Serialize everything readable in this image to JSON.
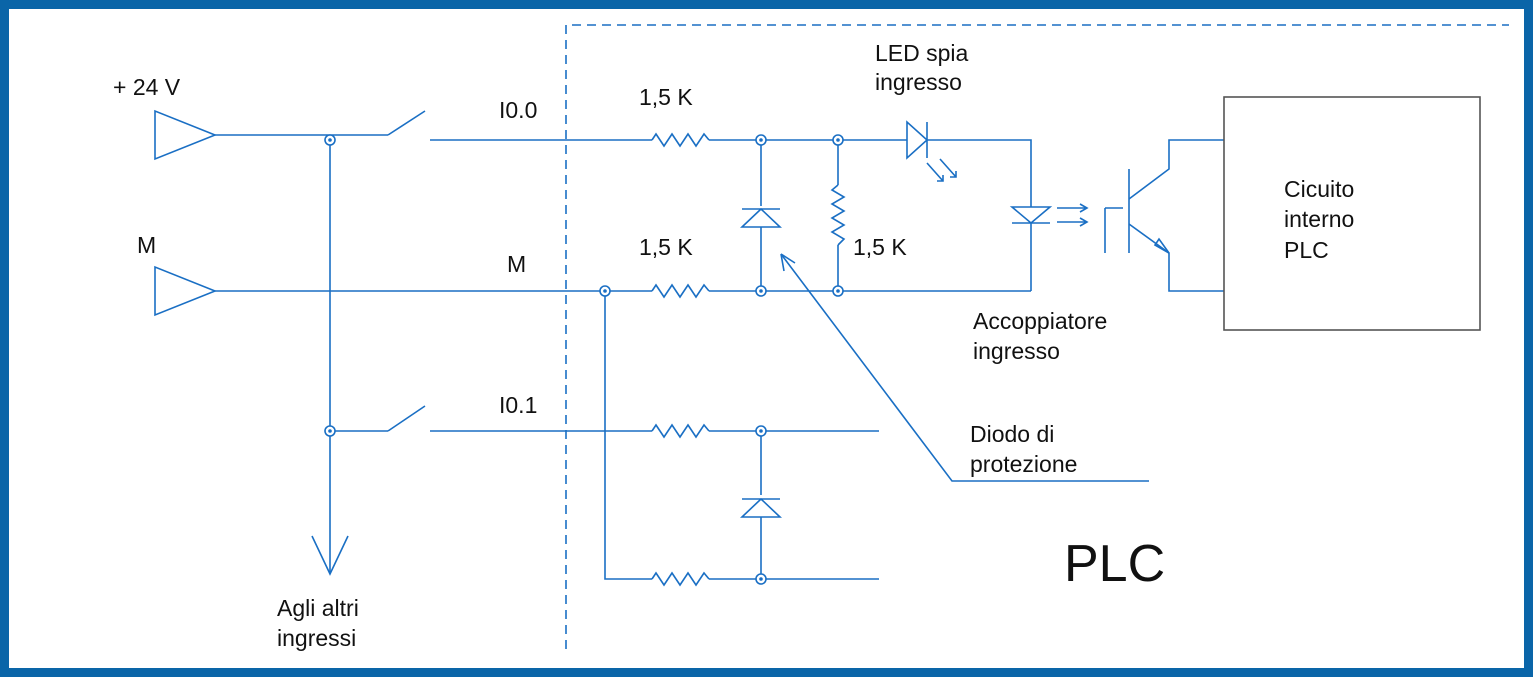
{
  "labels": {
    "plus24v": "+ 24 V",
    "m_supply": "M",
    "i00": "I0.0",
    "m_line": "M",
    "r_top": "1,5 K",
    "r_mid": "1,5 K",
    "r_shunt": "1,5 K",
    "led_line1": "LED spia",
    "led_line2": "ingresso",
    "coupler_line1": "Accoppiatore",
    "coupler_line2": "ingresso",
    "internal_line1": "Cicuito",
    "internal_line2": "interno",
    "internal_line3": "PLC",
    "i01": "I0.1",
    "diode_line1": "Diodo di",
    "diode_line2": "protezione",
    "other_line1": "Agli altri",
    "other_line2": "ingressi",
    "plc": "PLC"
  },
  "colors": {
    "wire": "#1a6fc4",
    "border": "#0a65a8",
    "box": "#555555",
    "text": "#111111"
  }
}
